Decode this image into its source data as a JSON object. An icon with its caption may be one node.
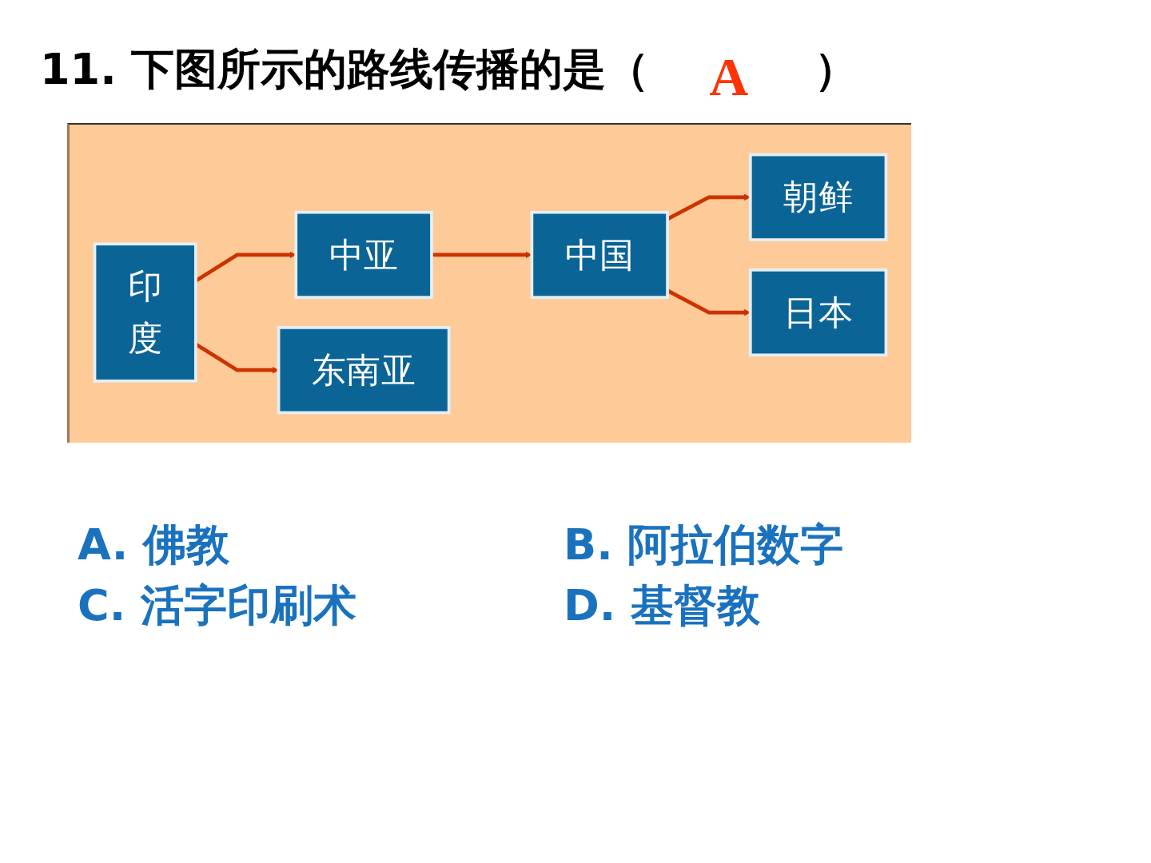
{
  "diagram": {
    "title": "11. 下图所示的路线传播的是（ A ）",
    "nodes": [
      {
        "text": [
          "印度"
        ]
      },
      {
        "text": [
          "中亚"
        ]
      },
      {
        "text": [
          "东南亚"
        ]
      },
      {
        "text": [
          "中国"
        ]
      },
      {
        "text": [
          "朝鲜"
        ]
      },
      {
        "text": [
          "日本"
        ]
      }
    ],
    "edges": [
      {
        "from": 0,
        "to": 1,
        "arrow": "to"
      },
      {
        "from": 0,
        "to": 2,
        "arrow": "to"
      },
      {
        "from": 1,
        "to": 3,
        "arrow": "to"
      },
      {
        "from": 3,
        "to": 4,
        "arrow": "to"
      },
      {
        "from": 3,
        "to": 5,
        "arrow": "to"
      }
    ],
    "labels": [
      "A. 佛教",
      "B. 阿拉伯数字",
      "C. 活字印刷术",
      "D. 基督教"
    ]
  }
}
